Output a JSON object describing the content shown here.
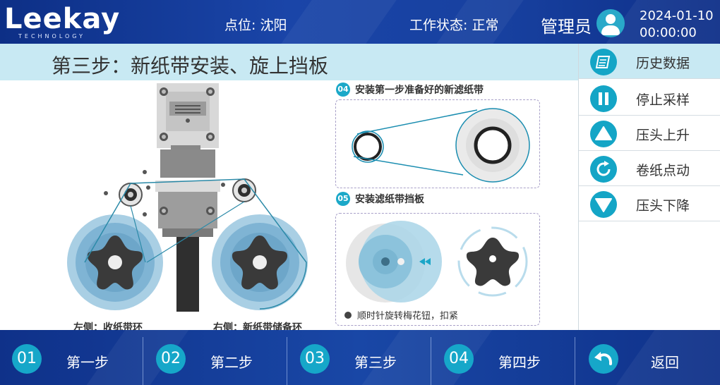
{
  "header": {
    "logo_text": "Leekay",
    "logo_sub": "TECHNOLOGY",
    "location": "点位: 沈阳",
    "work_status": "工作状态: 正常",
    "user": "管理员",
    "date": "2024-01-10",
    "time": "00:00:00"
  },
  "page": {
    "title": "第三步：新纸带安装、旋上挡板"
  },
  "sidebar": {
    "items": [
      {
        "label": "历史数据",
        "icon": "history-icon",
        "active": true
      },
      {
        "label": "停止采样",
        "icon": "pause-icon",
        "active": false
      },
      {
        "label": "压头上升",
        "icon": "triangle-up-icon",
        "active": false
      },
      {
        "label": "卷纸点动",
        "icon": "refresh-icon",
        "active": false
      },
      {
        "label": "压头下降",
        "icon": "triangle-down-icon",
        "active": false
      }
    ]
  },
  "diagram": {
    "left_caption": "左侧：收纸带环",
    "right_caption": "右侧：新纸带储备环"
  },
  "steps": [
    {
      "num": "04",
      "text": "安装第一步准备好的新滤纸带"
    },
    {
      "num": "05",
      "text": "安装滤纸带挡板"
    }
  ],
  "step5_note": "顺时针旋转梅花钮，扣紧",
  "bottom_nav": [
    {
      "num": "01",
      "label": "第一步"
    },
    {
      "num": "02",
      "label": "第二步"
    },
    {
      "num": "03",
      "label": "第三步"
    },
    {
      "num": "04",
      "label": "第四步"
    },
    {
      "label": "返回",
      "icon": "back-arrow-icon"
    }
  ],
  "colors": {
    "accent": "#14a5c6",
    "header_bg": "#1a45a8",
    "titlebar_bg": "#c8e9f3"
  }
}
